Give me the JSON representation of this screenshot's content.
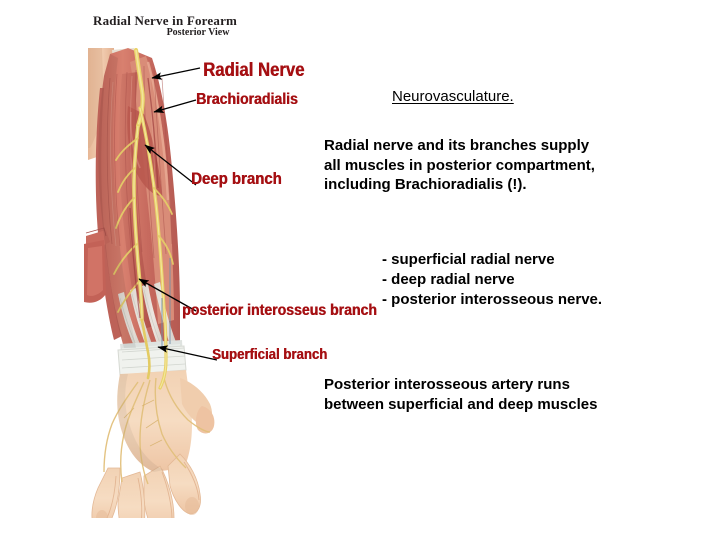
{
  "figure": {
    "title": "Radial Nerve in Forearm",
    "subtitle": "Posterior View",
    "alt": "anatomical-illustration-posterior-forearm"
  },
  "labels": {
    "radial_nerve": "Radial Nerve",
    "brachioradialis": "Brachioradialis",
    "deep_branch": "Deep branch",
    "posterior_interosseus_branch": "posterior interosseus branch",
    "superficial_branch": "Superficial branch"
  },
  "text": {
    "heading": "Neurovasculature.",
    "paragraph1": [
      "Radial nerve and its branches supply",
      "all muscles in posterior compartment,",
      "including Brachioradialis (!)."
    ],
    "bullets": [
      "- superficial radial nerve",
      "- deep radial nerve",
      "- posterior interosseous nerve."
    ],
    "paragraph2": [
      "Posterior interosseous artery runs",
      "between superficial and deep muscles"
    ]
  },
  "colors": {
    "label_red": "#a50f12",
    "body_text": "#000000",
    "caption": "#231f20",
    "background": "#ffffff",
    "muscle": "#c96a5e",
    "nerve": "#e8d36a",
    "skin": "#f0c9a8",
    "tendon": "#e6e2d4"
  }
}
